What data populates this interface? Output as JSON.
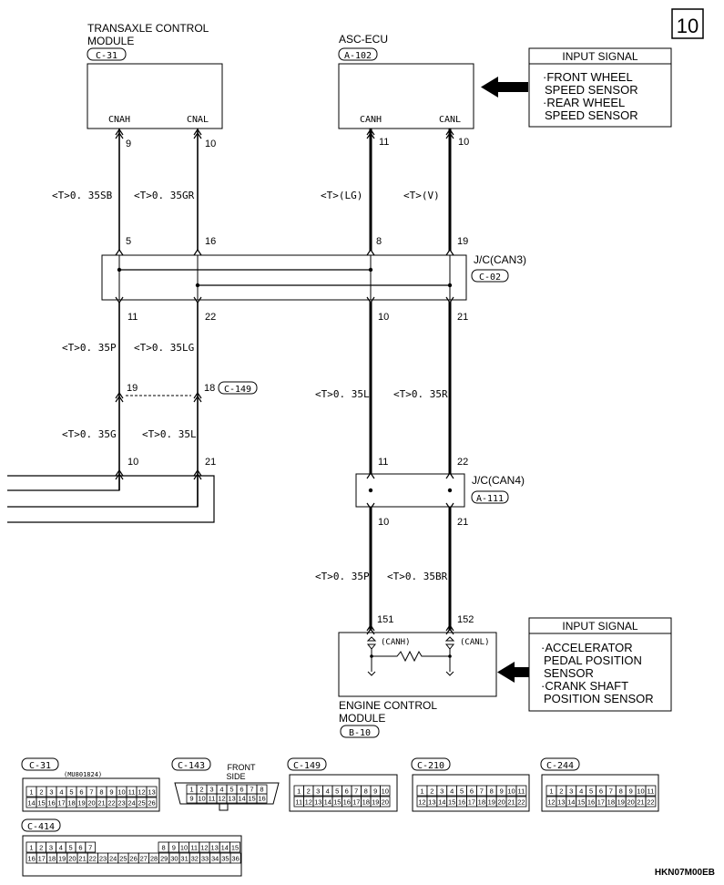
{
  "page_number": "10",
  "drawing_code": "HKN07M00EB",
  "modules": {
    "tcm": {
      "title_line1": "TRANSAXLE CONTROL",
      "title_line2": "MODULE",
      "connector": "C-31",
      "pin_left": "CNAH",
      "pin_right": "CNAL"
    },
    "asc": {
      "title_line1": "ASC-ECU",
      "connector": "A-102",
      "pin_left": "CANH",
      "pin_right": "CANL"
    },
    "ecm": {
      "title_line1": "ENGINE CONTROL",
      "title_line2": "MODULE",
      "connector": "B-10",
      "pin_left": "(CANH)",
      "pin_right": "(CANL)"
    }
  },
  "input_signal_asc": {
    "header": "INPUT SIGNAL",
    "lines": [
      "·FRONT WHEEL",
      "SPEED SENSOR",
      "·REAR WHEEL",
      "SPEED SENSOR"
    ]
  },
  "input_signal_ecm": {
    "header": "INPUT SIGNAL",
    "lines": [
      "·ACCELERATOR",
      "PEDAL POSITION",
      "SENSOR",
      "·CRANK SHAFT",
      "POSITION SENSOR"
    ]
  },
  "junctions": {
    "can3": {
      "label": "J/C(CAN3)",
      "connector": "C-02"
    },
    "can4": {
      "label": "J/C(CAN4)",
      "connector": "A-111"
    },
    "c149": {
      "connector": "C-149"
    }
  },
  "pins": {
    "tcm_h": "9",
    "tcm_l": "10",
    "asc_h": "11",
    "asc_l": "10",
    "can3_in_a": "5",
    "can3_in_b": "16",
    "can3_in_c": "8",
    "can3_in_d": "19",
    "can3_out_a": "11",
    "can3_out_b": "22",
    "can3_out_c": "10",
    "can3_out_d": "21",
    "c149_a": "19",
    "c149_b": "18",
    "lower_a": "10",
    "lower_b": "21",
    "can4_in_c": "11",
    "can4_in_d": "22",
    "can4_out_c": "10",
    "can4_out_d": "21",
    "ecm_h": "151",
    "ecm_l": "152"
  },
  "wires": {
    "w1": "<T>0. 35SB",
    "w2": "<T>0. 35GR",
    "w3": "<T>(LG)",
    "w4": "<T>(V)",
    "w5": "<T>0. 35P",
    "w6": "<T>0. 35LG",
    "w7": "<T>0. 35L",
    "w8": "<T>0. 35R",
    "w9": "<T>0. 35G",
    "w10": "<T>0. 35L",
    "w11": "<T>0. 35P",
    "w12": "<T>0. 35BR"
  },
  "connector_faces": {
    "c31": {
      "label": "C-31",
      "part": "(MU801824)",
      "row1": [
        "1",
        "2",
        "3",
        "4",
        "5",
        "6",
        "7",
        "8",
        "9",
        "10",
        "11",
        "12",
        "13"
      ],
      "row2": [
        "14",
        "15",
        "16",
        "17",
        "18",
        "19",
        "20",
        "21",
        "22",
        "23",
        "24",
        "25",
        "26"
      ]
    },
    "c143": {
      "label": "C-143",
      "side_line1": "FRONT",
      "side_line2": "SIDE",
      "row1": [
        "1",
        "2",
        "3",
        "4",
        "5",
        "6",
        "7",
        "8"
      ],
      "row2": [
        "9",
        "10",
        "11",
        "12",
        "13",
        "14",
        "15",
        "16"
      ]
    },
    "c149": {
      "label": "C-149",
      "row1": [
        "1",
        "2",
        "3",
        "4",
        "5",
        "6",
        "7",
        "8",
        "9",
        "10"
      ],
      "row2": [
        "11",
        "12",
        "13",
        "14",
        "15",
        "16",
        "17",
        "18",
        "19",
        "20"
      ]
    },
    "c210": {
      "label": "C-210",
      "row1": [
        "1",
        "2",
        "3",
        "4",
        "5",
        "6",
        "7",
        "8",
        "9",
        "10",
        "11"
      ],
      "row2": [
        "12",
        "13",
        "14",
        "15",
        "16",
        "17",
        "18",
        "19",
        "20",
        "21",
        "22"
      ]
    },
    "c244": {
      "label": "C-244",
      "row1": [
        "1",
        "2",
        "3",
        "4",
        "5",
        "6",
        "7",
        "8",
        "9",
        "10",
        "11"
      ],
      "row2": [
        "12",
        "13",
        "14",
        "15",
        "16",
        "17",
        "18",
        "19",
        "20",
        "21",
        "22"
      ]
    },
    "c414": {
      "label": "C-414",
      "row1a": [
        "1",
        "2",
        "3",
        "4",
        "5",
        "6",
        "7"
      ],
      "row1b": [
        "8",
        "9",
        "10",
        "11",
        "12",
        "13",
        "14",
        "15"
      ],
      "row2": [
        "16",
        "17",
        "18",
        "19",
        "20",
        "21",
        "22",
        "23",
        "24",
        "25",
        "26",
        "27",
        "28",
        "29",
        "30",
        "31",
        "32",
        "33",
        "34",
        "35",
        "36"
      ]
    }
  }
}
